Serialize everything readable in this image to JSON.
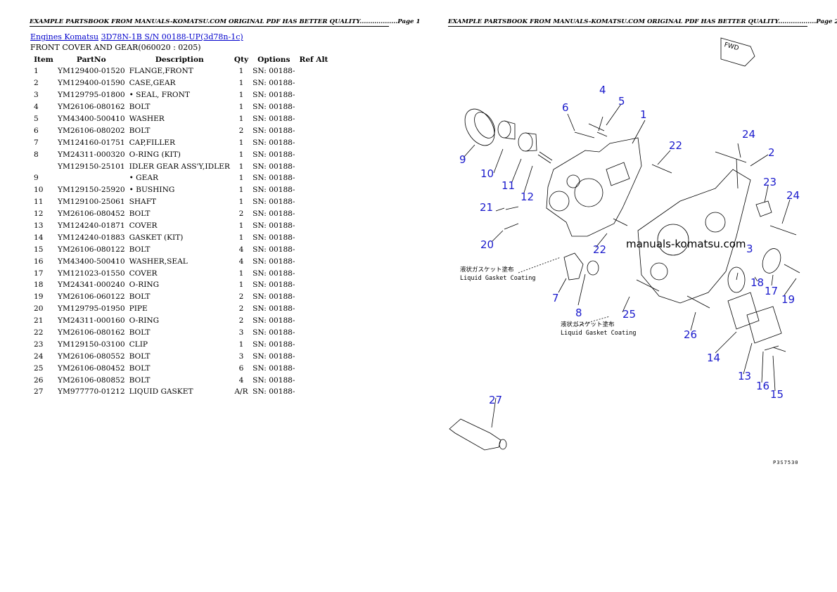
{
  "header": {
    "page1": "EXAMPLE PARTSBOOK FROM MANUALS-KOMATSU.COM ORIGINAL PDF HAS BETTER QUALITY..................Page 1",
    "page2": "EXAMPLE PARTSBOOK FROM MANUALS-KOMATSU.COM ORIGINAL PDF HAS BETTER QUALITY..................Page 2"
  },
  "breadcrumb": {
    "link1": "Engines Komatsu",
    "link2": "3D78N-1B S/N 00188-UP(3d78n-1c)"
  },
  "subtitle": "FRONT COVER AND GEAR(060020 : 0205)",
  "table": {
    "headers": [
      "Item",
      "PartNo",
      "Description",
      "Qty",
      "Options",
      "Ref Alt"
    ],
    "rows": [
      [
        "1",
        "YM129400-01520",
        "FLANGE,FRONT",
        "1",
        "SN: 00188-",
        ""
      ],
      [
        "2",
        "YM129400-01590",
        "CASE,GEAR",
        "1",
        "SN: 00188-",
        ""
      ],
      [
        "3",
        "YM129795-01800",
        "• SEAL, FRONT",
        "1",
        "SN: 00188-",
        ""
      ],
      [
        "4",
        "YM26106-080162",
        "BOLT",
        "1",
        "SN: 00188-",
        ""
      ],
      [
        "5",
        "YM43400-500410",
        "WASHER",
        "1",
        "SN: 00188-",
        ""
      ],
      [
        "6",
        "YM26106-080202",
        "BOLT",
        "2",
        "SN: 00188-",
        ""
      ],
      [
        "7",
        "YM124160-01751",
        "CAP,FILLER",
        "1",
        "SN: 00188-",
        ""
      ],
      [
        "8",
        "YM24311-000320",
        "O-RING (KIT)",
        "1",
        "SN: 00188-",
        ""
      ],
      [
        "",
        "YM129150-25101",
        "IDLER GEAR ASS'Y,IDLER",
        "1",
        "SN: 00188-",
        ""
      ],
      [
        "9",
        "",
        "• GEAR",
        "1",
        "SN: 00188-",
        ""
      ],
      [
        "10",
        "YM129150-25920",
        "• BUSHING",
        "1",
        "SN: 00188-",
        ""
      ],
      [
        "11",
        "YM129100-25061",
        "SHAFT",
        "1",
        "SN: 00188-",
        ""
      ],
      [
        "12",
        "YM26106-080452",
        "BOLT",
        "2",
        "SN: 00188-",
        ""
      ],
      [
        "13",
        "YM124240-01871",
        "COVER",
        "1",
        "SN: 00188-",
        ""
      ],
      [
        "14",
        "YM124240-01883",
        "GASKET (KIT)",
        "1",
        "SN: 00188-",
        ""
      ],
      [
        "15",
        "YM26106-080122",
        "BOLT",
        "4",
        "SN: 00188-",
        ""
      ],
      [
        "16",
        "YM43400-500410",
        "WASHER,SEAL",
        "4",
        "SN: 00188-",
        ""
      ],
      [
        "17",
        "YM121023-01550",
        "COVER",
        "1",
        "SN: 00188-",
        ""
      ],
      [
        "18",
        "YM24341-000240",
        "O-RING",
        "1",
        "SN: 00188-",
        ""
      ],
      [
        "19",
        "YM26106-060122",
        "BOLT",
        "2",
        "SN: 00188-",
        ""
      ],
      [
        "20",
        "YM129795-01950",
        "PIPE",
        "2",
        "SN: 00188-",
        ""
      ],
      [
        "21",
        "YM24311-000160",
        "O-RING",
        "2",
        "SN: 00188-",
        ""
      ],
      [
        "22",
        "YM26106-080162",
        "BOLT",
        "3",
        "SN: 00188-",
        ""
      ],
      [
        "23",
        "YM129150-03100",
        "CLIP",
        "1",
        "SN: 00188-",
        ""
      ],
      [
        "24",
        "YM26106-080552",
        "BOLT",
        "3",
        "SN: 00188-",
        ""
      ],
      [
        "25",
        "YM26106-080452",
        "BOLT",
        "6",
        "SN: 00188-",
        ""
      ],
      [
        "26",
        "YM26106-080852",
        "BOLT",
        "4",
        "SN: 00188-",
        ""
      ],
      [
        "27",
        "YM977770-01212",
        "LIQUID GASKET",
        "A/R",
        "SN: 00188-",
        ""
      ]
    ]
  },
  "diagram": {
    "watermark": "manuals-komatsu.com",
    "fwd_label": "FWD",
    "gasket_note_jp": "液状ガスケット塗布",
    "gasket_note_en": "Liquid Gasket Coating",
    "page_code": "P3S7530",
    "callouts": [
      "1",
      "2",
      "3",
      "4",
      "5",
      "6",
      "7",
      "8",
      "9",
      "10",
      "11",
      "12",
      "13",
      "14",
      "15",
      "16",
      "17",
      "18",
      "19",
      "20",
      "21",
      "22",
      "22",
      "23",
      "24",
      "24",
      "25",
      "26",
      "27"
    ],
    "callout_color": "#1a1acc"
  }
}
